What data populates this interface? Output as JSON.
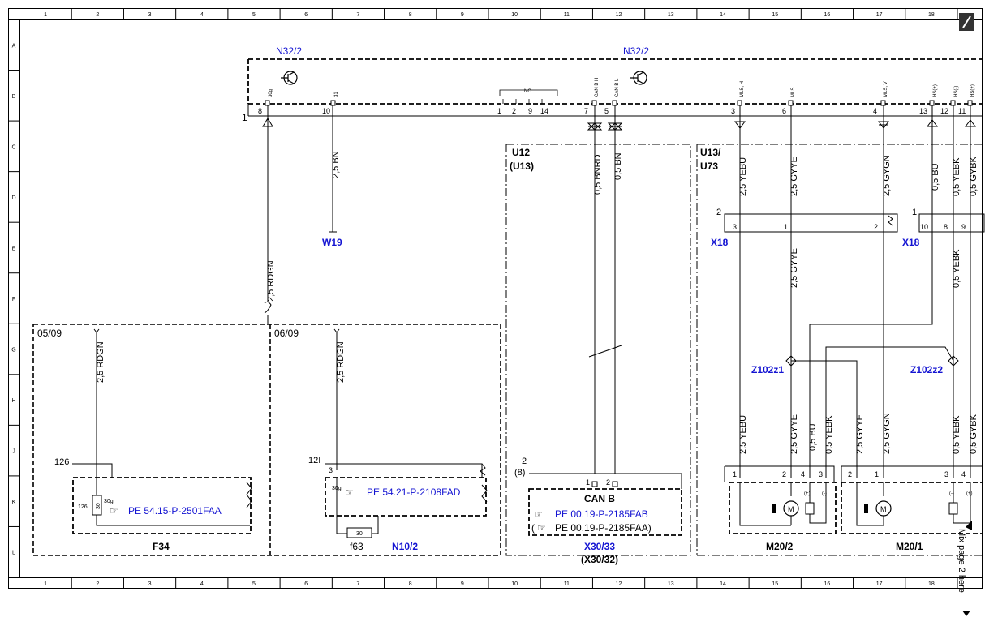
{
  "frame": {
    "col_numbers": [
      "1",
      "2",
      "3",
      "4",
      "5",
      "6",
      "7",
      "8",
      "9",
      "10",
      "11",
      "12",
      "13",
      "14",
      "15",
      "16",
      "17",
      "18"
    ],
    "row_letters": [
      "A",
      "B",
      "C",
      "D",
      "E",
      "F",
      "G",
      "H",
      "J",
      "K",
      "L"
    ]
  },
  "components": {
    "n32_left": "N32/2",
    "n32_right": "N32/2",
    "w19": "W19",
    "x18_left": "X18",
    "x18_right": "X18",
    "z102z1": "Z102z1",
    "z102z2": "Z102z2",
    "f34": "F34",
    "f63": "f63",
    "n10_2": "N10/2",
    "m20_2": "M20/2",
    "m20_1": "M20/1",
    "u12": "U12",
    "u13": "(U13)",
    "u13_u73_a": "U13/",
    "u13_u73_b": "U73",
    "x30_33": "X30/33",
    "x30_32": "(X30/32)",
    "can_b": "CAN B"
  },
  "refs": {
    "pe_f34": "PE 54.15-P-2501FAA",
    "pe_n10": "PE 54.21-P-2108FAD",
    "pe_can1": "PE 00.19-P-2185FAB",
    "pe_can2": "PE 00.19-P-2185FAA)",
    "pe_can2_prefix": "("
  },
  "pins": {
    "p8": "8",
    "p30g": "30g",
    "p10": "10",
    "p31": "31",
    "nc": "NC",
    "nc_1": "1",
    "nc_2": "2",
    "nc_9": "9",
    "nc_14": "14",
    "p7": "7",
    "canbh": "CAN B H",
    "p5": "5",
    "canbl": "CAN B L",
    "p3": "3",
    "mlsh": "MLS, H",
    "p6": "6",
    "mls": "MLS",
    "p4": "4",
    "mlsv": "MLS, V",
    "p13": "13",
    "hsp": "HS(+)",
    "p12": "12",
    "hsm": "HS(-)",
    "p11": "11",
    "hsp2": "HS(+)",
    "conn1": "1",
    "x18_2": "2",
    "x18_3": "3",
    "x18_1": "1",
    "x18_2b": "2",
    "x18r_1": "1",
    "x18r_10": "10",
    "x18r_8": "8",
    "x18r_9": "9",
    "f34_126a": "126",
    "f34_126b": "126",
    "f34_30": "30",
    "f34_30g": "30g",
    "n10_12i": "12I",
    "n10_3": "3",
    "n10_30g": "30g",
    "f63_30": "30",
    "x30_2": "2",
    "x30_8": "(8)",
    "x30_1": "1",
    "x30_2b": "2",
    "m202_1": "1",
    "m202_2": "2",
    "m202_4": "4",
    "m202_3": "3",
    "m201_2": "2",
    "m201_1": "1",
    "m201_3": "3",
    "m201_4": "4",
    "plus": "(+)",
    "minus": "(-)",
    "plus2": "(+)",
    "minus2": "(-)",
    "plus3": "(+)"
  },
  "wires": {
    "w_rdgn_main": "2,5 RDGN",
    "w_bn": "2,5 BN",
    "w_bnrd": "0,5 BNRD",
    "w_bn05": "0,5 BN",
    "w_yebu_top": "2,5 YEBU",
    "w_gyye_top": "2,5 GYYE",
    "w_gygn_top": "2,5 GYGN",
    "w_bu_top": "0,5 BU",
    "w_yebk_top": "0,5 YEBK",
    "w_gybk_top": "0,5 GYBK",
    "w_gyye_mid": "2,5 GYYE",
    "w_yebk_mid": "0,5 YEBK",
    "w_rdgn_f34": "2,5 RDGN",
    "w_rdgn_n10": "2,5 RDGN",
    "w_yebu_bot": "2,5 YEBU",
    "w_gyye_bot": "2,5 GYYE",
    "w_bu_bot": "0,5 BU",
    "w_yebk_bot": "0,5 YEBK",
    "w_gyye_bot2": "2,5 GYYE",
    "w_gygn_bot": "2,5 GYGN",
    "w_yebk_bot2": "0,5 YEBK",
    "w_gybk_bot": "0,5 GYBK"
  },
  "page_refs": {
    "p0509": "05/09",
    "p0609": "06/09",
    "mix_page": "Mix page 2 here",
    "nr1": "1"
  },
  "colors": {
    "link_blue": "#1414d2",
    "line": "#000000"
  }
}
